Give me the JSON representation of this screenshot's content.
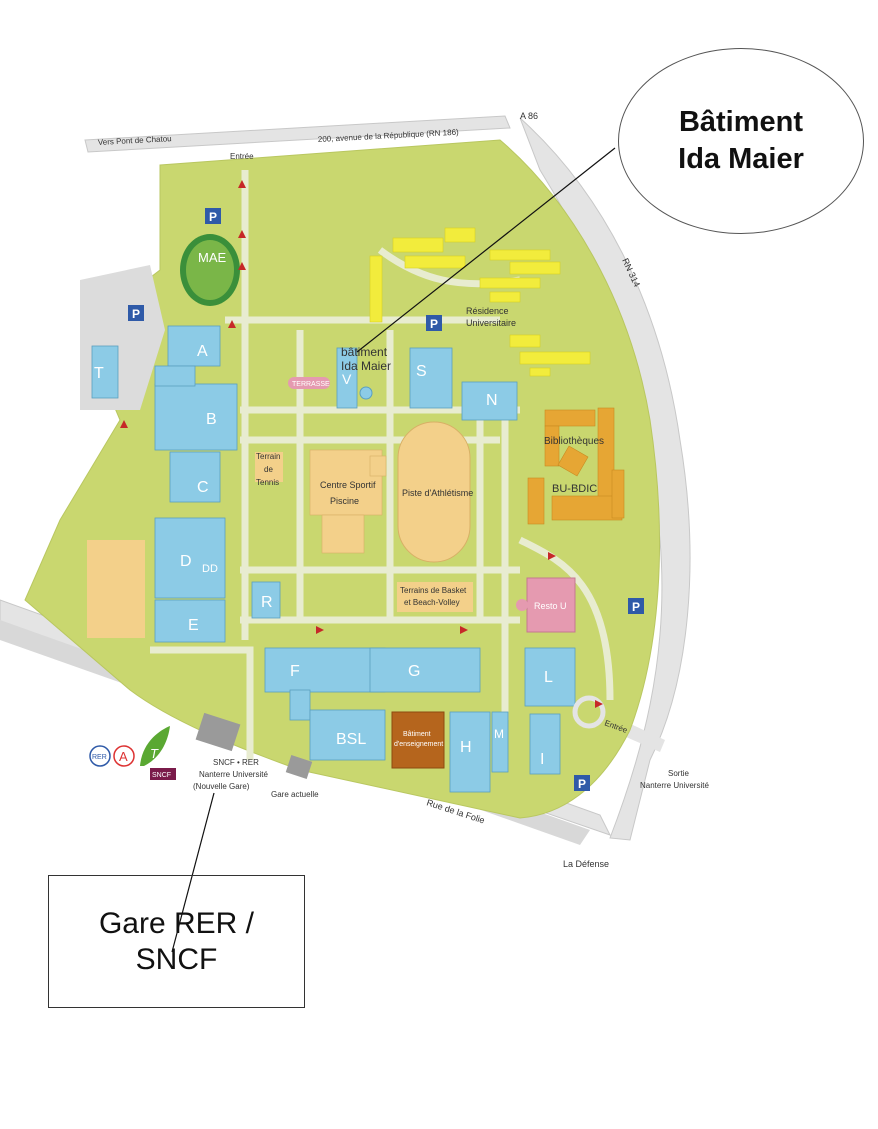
{
  "map": {
    "roads": {
      "a86": "A 86",
      "vers_pont_chatou": "Vers Pont de Chatou",
      "avenue_republique": "200, avenue de la République (RN 186)",
      "rn314": "RN 314",
      "rue_folie": "Rue de la Folie",
      "entree_north": "Entrée",
      "entree_east": "Entrée",
      "sortie_line1": "Sortie",
      "sortie_line2": "Nanterre Université",
      "la_defense": "La Défense"
    },
    "station": {
      "line1": "SNCF • RER",
      "line2": "Nanterre Université",
      "line3": "(Nouvelle Gare)",
      "gare_actuelle": "Gare actuelle",
      "rer_badge": "RER",
      "a_badge": "A",
      "t_badge": "T",
      "sncf_badge": "SNCF"
    },
    "buildings": {
      "mae": "MAE",
      "a": "A",
      "b": "B",
      "c": "C",
      "d": "D",
      "dd": "DD",
      "e": "E",
      "t": "T",
      "v": "V",
      "s": "S",
      "n": "N",
      "r": "R",
      "f": "F",
      "g": "G",
      "bsl": "BSL",
      "h": "H",
      "m": "M",
      "l": "L",
      "i": "I",
      "batiment_enseignement_1": "Bâtiment",
      "batiment_enseignement_2": "d'enseignement",
      "resto_u": "Resto U",
      "terrasse": "TERRASSE"
    },
    "areas": {
      "residence_1": "Résidence",
      "residence_2": "Universitaire",
      "bibliotheques": "Bibliothèques",
      "bu_bdic": "BU-BDIC",
      "terrain_1": "Terrain",
      "terrain_2": "de",
      "terrain_3": "Tennis",
      "centre_1": "Centre Sportif",
      "centre_2": "Piscine",
      "piste": "Piste d'Athlétisme",
      "basket_1": "Terrains de Basket",
      "basket_2": "et Beach-Volley"
    },
    "parking_label": "P",
    "annotation_ida": {
      "line1": "bâtiment",
      "line2": "Ida Maier"
    }
  },
  "callouts": {
    "ida_maier": {
      "line1": "Bâtiment",
      "line2": "Ida Maier"
    },
    "gare": {
      "line1": "Gare RER /",
      "line2": "SNCF"
    }
  },
  "colors": {
    "campus_green": "#c9d76f",
    "building_blue": "#8ccbe6",
    "residence_yellow": "#f2ec3c",
    "library_orange": "#e6a634",
    "sports_tan": "#f3d08a",
    "road_grey": "#dcdcdc",
    "parking_blue": "#2f5aa8",
    "resto_pink": "#e59ab0",
    "batiment_brown": "#b5651d"
  }
}
